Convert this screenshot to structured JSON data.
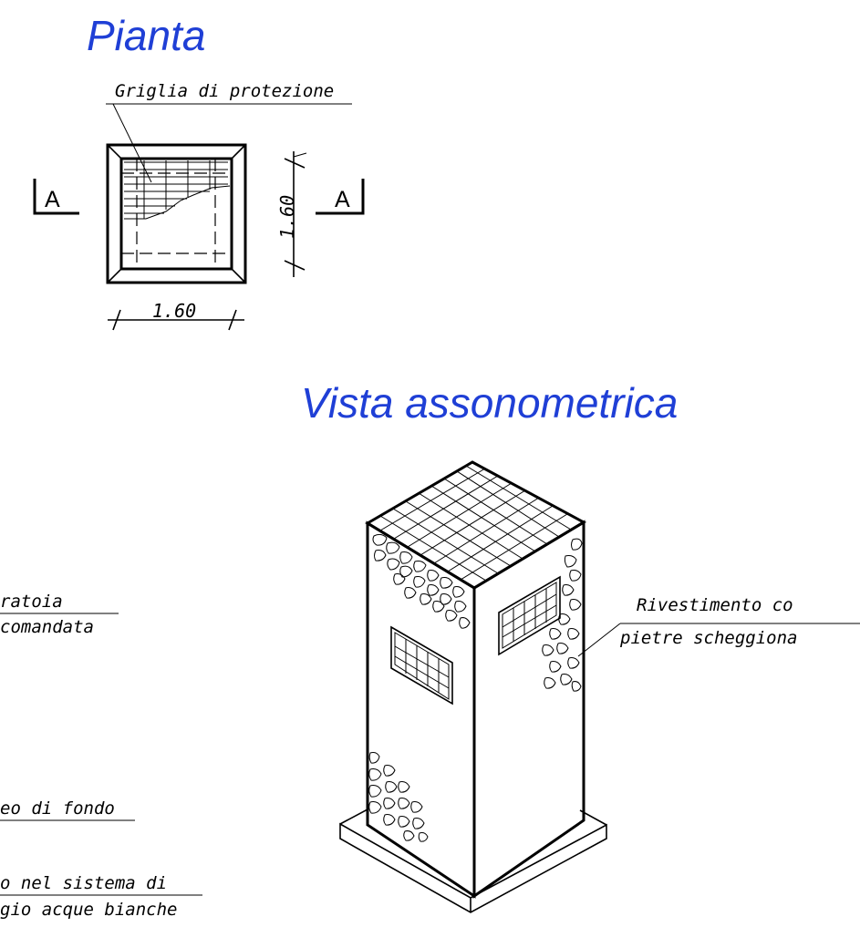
{
  "titles": {
    "plan": "Pianta",
    "axonometric": "Vista assonometrica"
  },
  "plan": {
    "grid_label": "Griglia di protezione",
    "section_left": "A",
    "section_right": "A",
    "dim_width": "1.60",
    "dim_height": "1.60"
  },
  "left_notes": {
    "note1_line1": "ratoia",
    "note1_line2": "comandata",
    "note2_line1": "eo di fondo",
    "note3_line1": "o nel sistema di",
    "note3_line2": "gio acque bianche"
  },
  "axo_notes": {
    "cladding_line1": "Rivestimento co",
    "cladding_line2": "pietre scheggiona"
  },
  "colors": {
    "title": "#1f3fd6",
    "lines": "#000000"
  }
}
